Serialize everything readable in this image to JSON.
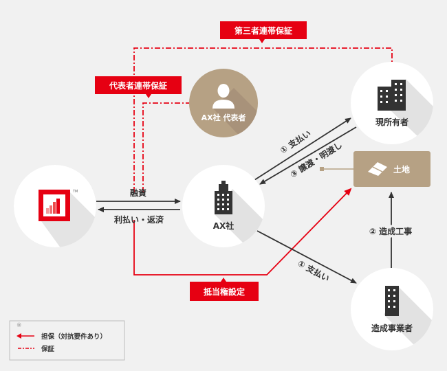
{
  "labels": {
    "third_party_guarantee": "第三者連帯保証",
    "rep_guarantee": "代表者連帯保証",
    "mortgage": "抵当権設定"
  },
  "nodes": {
    "bank_tm": "TM",
    "ax_rep": "AX社 代表者",
    "ax": "AX社",
    "current_owner": "現所有者",
    "land": "土地",
    "builder": "造成事業者"
  },
  "flows": {
    "loan": "融資",
    "repay": "利払い・返済",
    "pay_owner": "① 支払い",
    "transfer": "③ 譲渡・明渡し",
    "construction": "② 造成工事",
    "pay_builder": "① 支払い"
  },
  "legend": {
    "mark": "※",
    "collateral": "担保（対抗要件あり）",
    "guarantee": "保証"
  },
  "colors": {
    "red": "#e60012",
    "tan": "#b6a184",
    "dark": "#333333",
    "white": "#ffffff",
    "bg": "#f1f1f1"
  }
}
